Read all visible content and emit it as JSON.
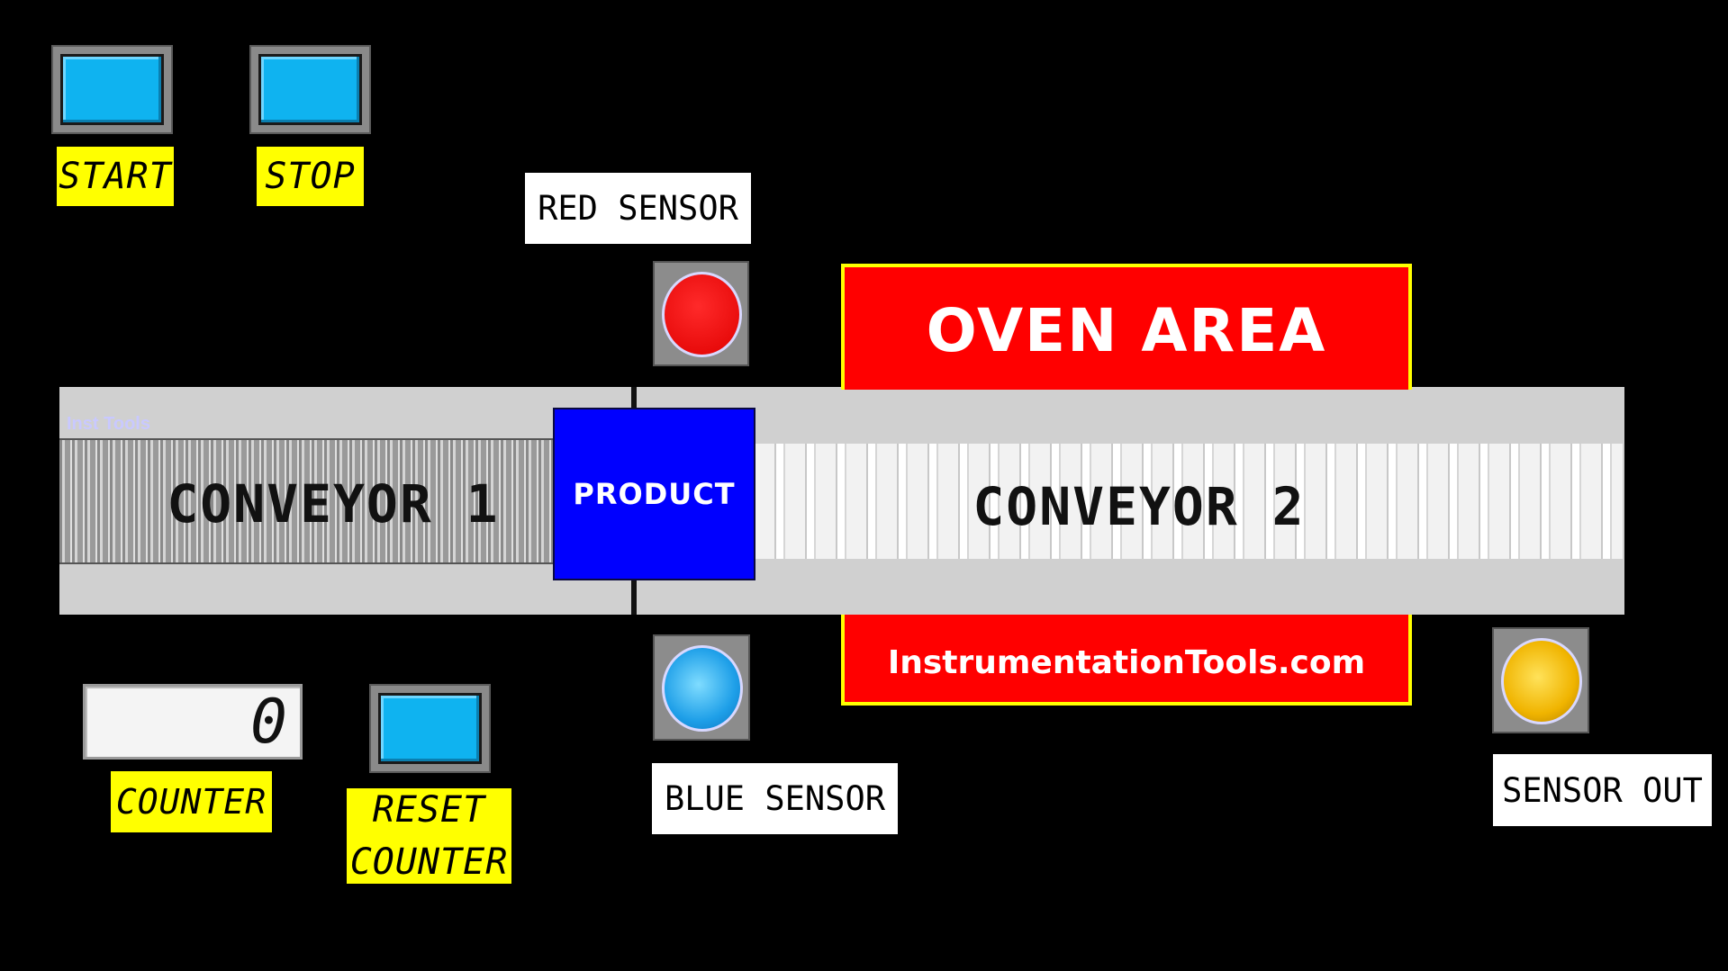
{
  "controls": {
    "start_label": "START",
    "stop_label": "STOP",
    "reset_counter_label_line1": "RESET",
    "reset_counter_label_line2": "COUNTER",
    "counter_label": "COUNTER",
    "counter_value": "0"
  },
  "sensors": {
    "red_label": "RED SENSOR",
    "blue_label": "BLUE SENSOR",
    "out_label": "SENSOR OUT"
  },
  "conveyors": {
    "conveyor1_label": "CONVEYOR 1",
    "conveyor2_label": "CONVEYOR 2",
    "product_label": "PRODUCT",
    "watermark": "Inst Tools"
  },
  "oven": {
    "title": "OVEN AREA",
    "website": "InstrumentationTools.com"
  },
  "colors": {
    "button_face": "#0fb3f0",
    "label_yellow": "#ffff00",
    "oven_red": "#ff0000",
    "product_blue": "#0000ff",
    "lamp_red": "#ff0000",
    "lamp_blue": "#29b6f6",
    "lamp_yellow": "#f5b800"
  }
}
